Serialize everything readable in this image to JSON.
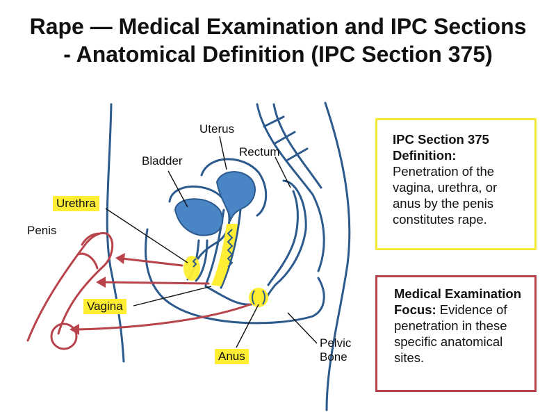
{
  "title": {
    "line1": "Rape — Medical Examination and IPC Sections",
    "line2": "- Anatomical Definition (IPC Section 375)"
  },
  "labels": {
    "uterus": "Uterus",
    "rectum": "Rectum",
    "bladder": "Bladder",
    "urethra": "Urethra",
    "penis": "Penis",
    "vagina": "Vagina",
    "anus": "Anus",
    "pelvic_bone_line1": "Pelvic",
    "pelvic_bone_line2": "Bone"
  },
  "definition_box": {
    "heading": "IPC Section 375 Definition:",
    "text": "Penetration of the vagina, urethra, or anus by the penis constitutes rape."
  },
  "focus_box": {
    "heading": "Medical Examination Focus:",
    "text": "Evidence of penetration in these specific anatomical sites."
  },
  "colors": {
    "anatomy_outline": "#2c5a8c",
    "organ_fill": "#4a86c6",
    "highlight": "#ffee33",
    "penetration_arrows": "#b8434b",
    "definition_border": "#f2e93a",
    "focus_border": "#b8434b"
  }
}
